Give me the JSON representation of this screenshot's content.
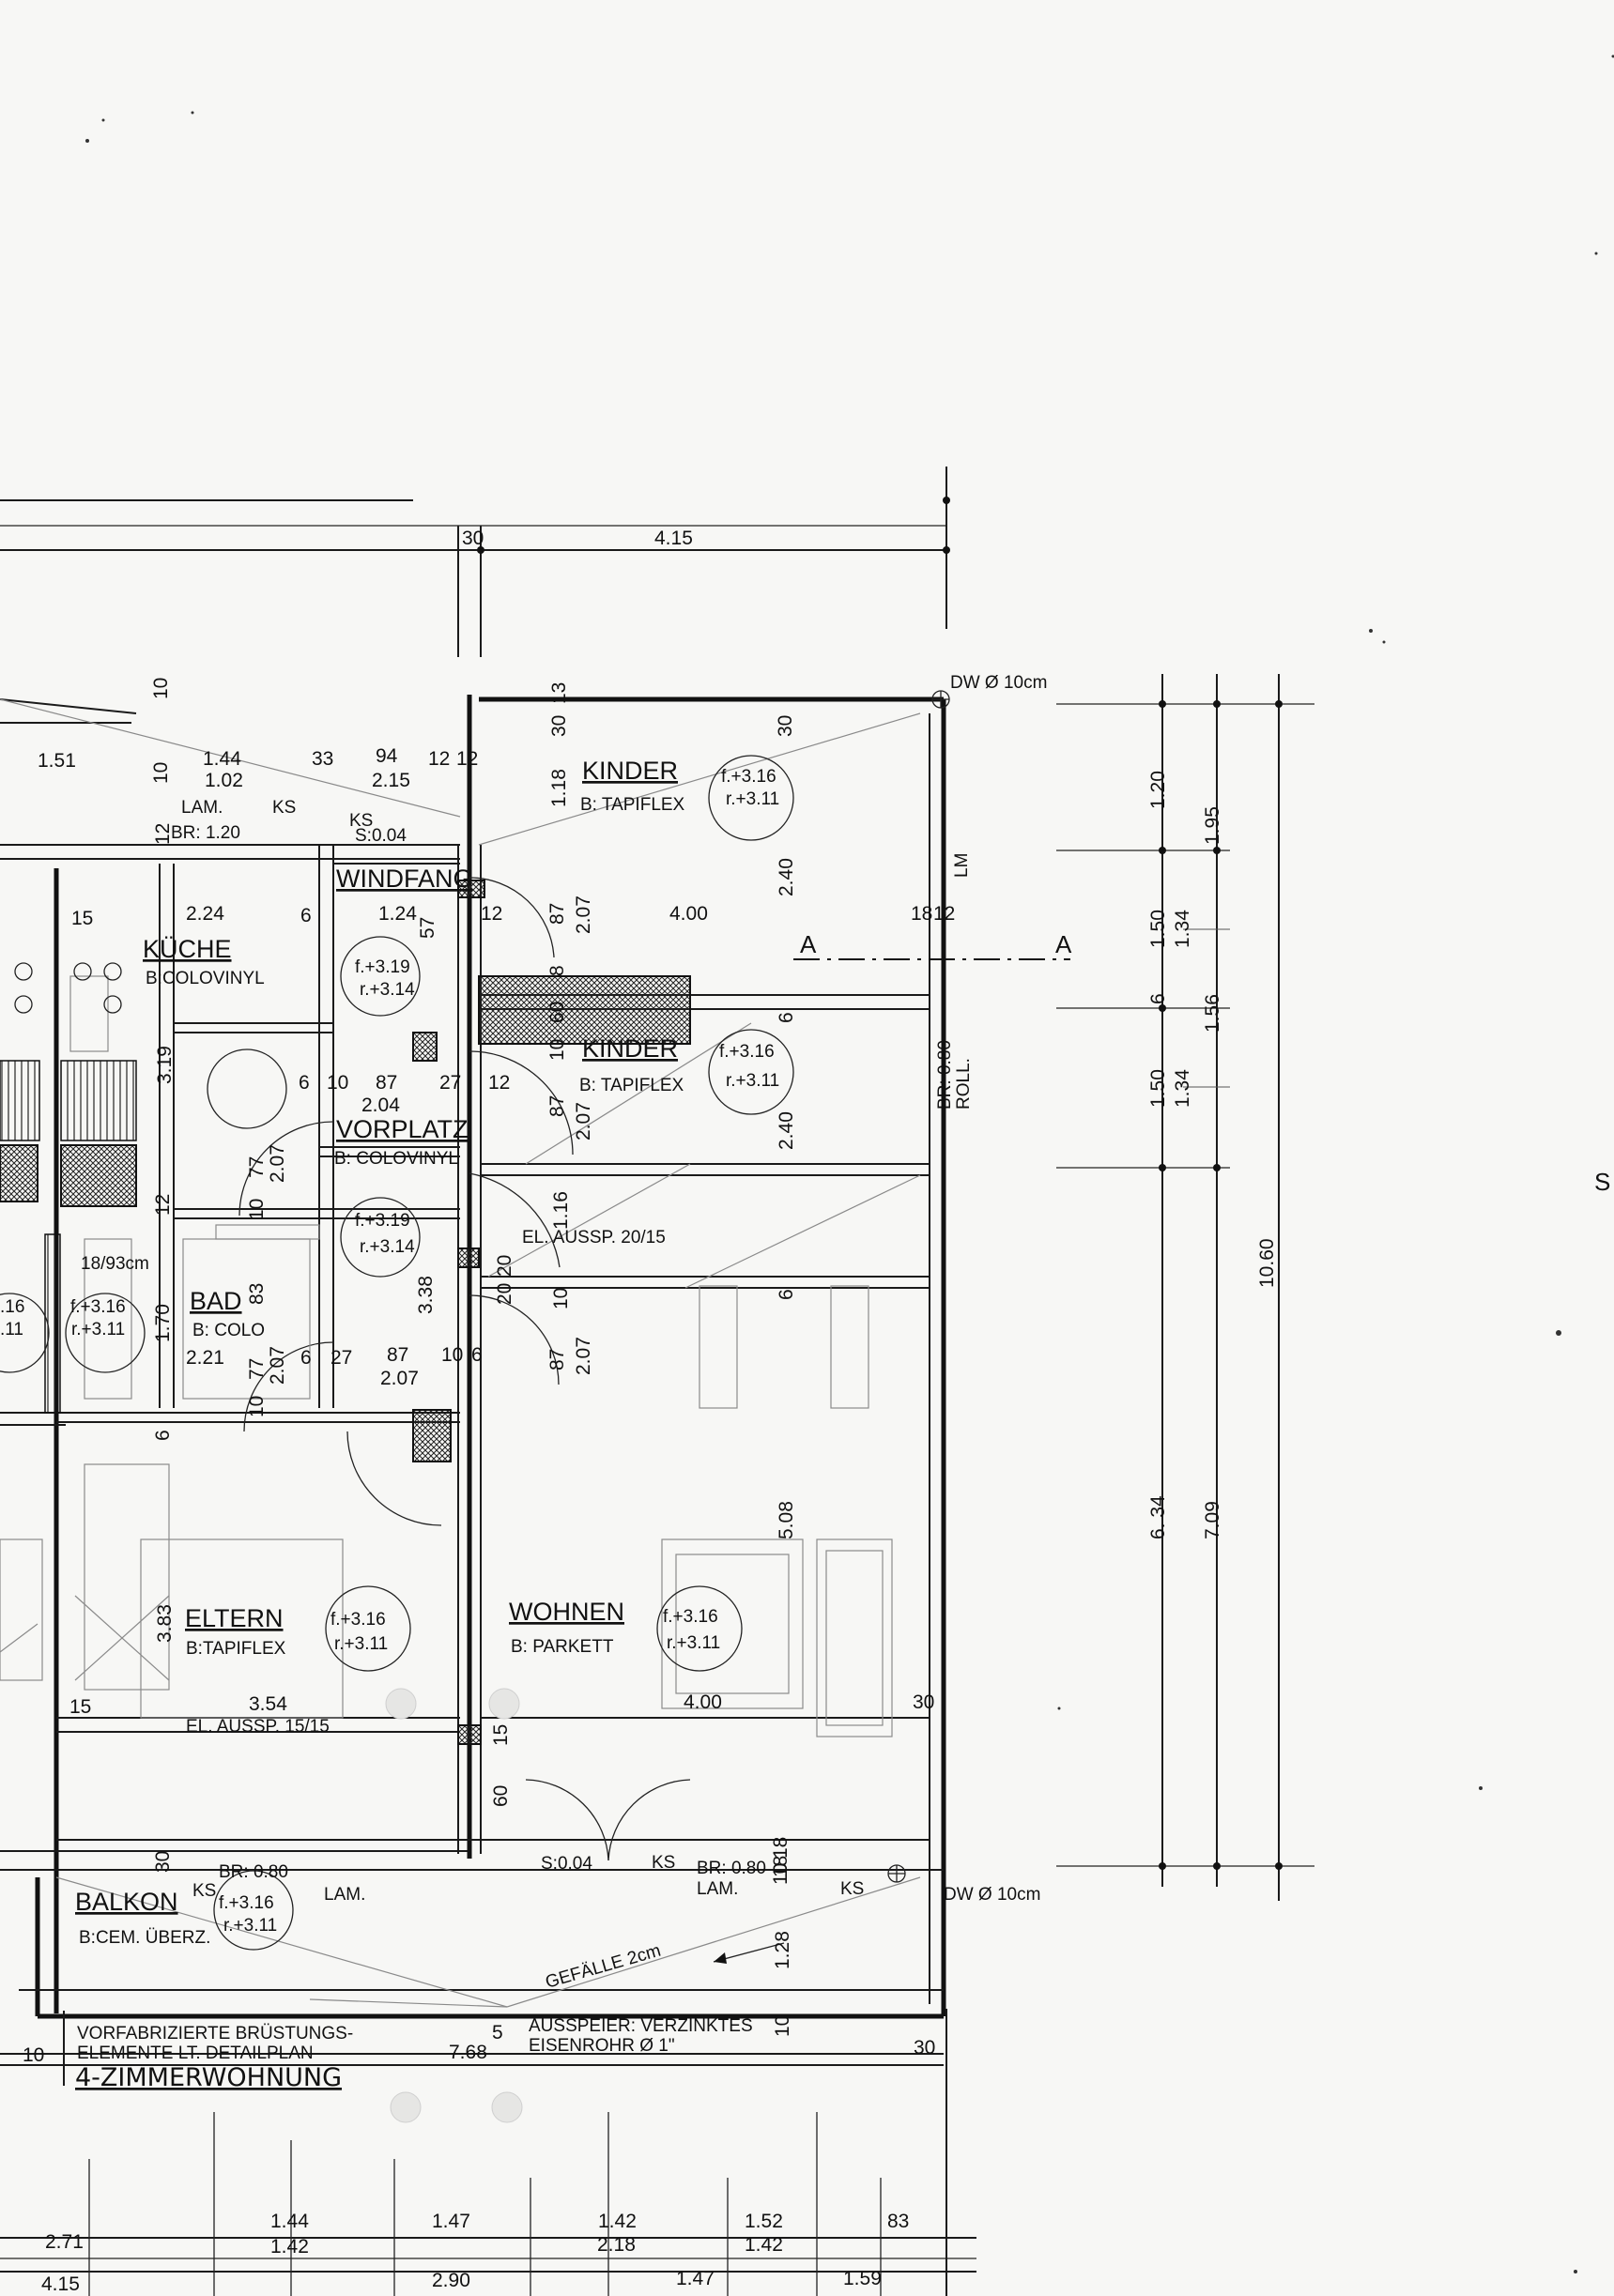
{
  "title": "4-ZIMMERWOHNUNG",
  "section": {
    "left": "A",
    "right": "A"
  },
  "rooms": {
    "kinder1": {
      "name": "KINDER",
      "floor": "B: TAPIFLEX",
      "f": "f.+3.16",
      "r": "r.+3.11"
    },
    "kinder2": {
      "name": "KINDER",
      "floor": "B: TAPIFLEX",
      "f": "f.+3.16",
      "r": "r.+3.11"
    },
    "kueche": {
      "name": "KÜCHE",
      "floor": "B:COLOVINYL",
      "f": "f.+3.19",
      "r": "r.+3.14"
    },
    "windfang": {
      "name": "WINDFANG"
    },
    "vorplatz": {
      "name": "VORPLATZ",
      "floor": "B: COLOVINYL",
      "f": "f.+3.19",
      "r": "r.+3.14"
    },
    "bad": {
      "name": "BAD",
      "floor": "B: COLO",
      "f": "f.+3.16",
      "r": "r.+3.11"
    },
    "eltern": {
      "name": "ELTERN",
      "floor": "B:TAPIFLEX",
      "f": "f.+3.16",
      "r": "r.+3.11"
    },
    "wohnen": {
      "name": "WOHNEN",
      "floor": "B: PARKETT",
      "f": "f.+3.16",
      "r": "r.+3.11"
    },
    "balkon": {
      "name": "BALKON",
      "floor": "B:CEM. ÜBERZ.",
      "f": "f.+3.16",
      "r": "r.+3.11"
    },
    "left_room": {
      "f": "f.+3.16",
      "r": "r.+3.11",
      "f2": ".16",
      "r2": ".11"
    }
  },
  "notes": {
    "dw_top": "DW Ø 10cm",
    "dw_bottom": "DW Ø 10cm",
    "el_ausspeier_top": "EL. AUSSP. 20/15",
    "el_ausspeier_left": "EL. AUSSP. 15/15",
    "gefaelle": "GEFÄLLE 2cm",
    "bruestung_1": "VORFABRIZIERTE BRÜSTUNGS-",
    "bruestung_2": "ELEMENTE LT. DETAILPLAN",
    "ausspeier_1": "AUSSPEIER: VERZINKTES",
    "ausspeier_2": "EISENROHR Ø 1\"",
    "br_roll_1": "BR: 0.80",
    "br_roll_2": "ROLL.",
    "lm": "LM",
    "ks1": "KS",
    "ks2": "KS",
    "ks3": "KS",
    "ks4": "KS",
    "ks5": "KS",
    "s004_top": "S:0.04",
    "s004_bottom": "S:0.04",
    "lam1": "LAM.",
    "lam2": "LAM.",
    "lam3": "LAM.",
    "br120": "BR: 1.20",
    "br080a": "BR: 0.80",
    "br080b": "BR: 0.80",
    "cm": "18/93cm"
  },
  "dims_top": {
    "d30": "30",
    "d415": "4.15",
    "d151": "1.51",
    "d144": "1.44",
    "d102": "1.02",
    "d33": "33",
    "d94": "94",
    "d215": "2.15",
    "d12a": "12",
    "d12b": "12",
    "d10": "10",
    "d10b": "10",
    "d12c": "12",
    "d30b": "30",
    "d13": "13",
    "d118": "1.18",
    "d30c": "30"
  },
  "dims_mid": {
    "d224": "2.24",
    "d6a": "6",
    "d124": "1.24",
    "d57": "57",
    "d12": "12",
    "d87a": "87",
    "d207a": "2.07",
    "d240a": "2.40",
    "d400a": "4.00",
    "d18": "18",
    "d12r": "12",
    "d15": "15",
    "d319": "3.19",
    "d6b": "6",
    "d10c": "10",
    "d87b": "87",
    "d204": "2.04",
    "d27": "27",
    "d12d": "12",
    "d8": "8",
    "d60": "60",
    "d10d": "10",
    "d87c": "87",
    "d207b": "2.07",
    "d240b": "2.40",
    "d6c": "6",
    "d77a": "77",
    "d207c": "2.07",
    "d12e": "12",
    "d10e": "10",
    "d116": "1.16",
    "d20": "20",
    "d20b": "20",
    "d10f": "10",
    "d6d": "6",
    "d338": "3.38",
    "d83": "83",
    "d170": "1.70",
    "d221": "2.21",
    "d77b": "77",
    "d207d": "2.07",
    "d6e": "6",
    "d27b": "27",
    "d87d": "87",
    "d207e": "2.07",
    "d10g": "10",
    "d6f": "6",
    "d87e": "87",
    "d207f": "2.07",
    "d6g": "6",
    "d10h": "10",
    "d508": "5.08",
    "d383": "3.83",
    "d354": "3.54",
    "d15b": "15",
    "d15c": "15",
    "d400b": "4.00",
    "d30d": "30",
    "d60b": "60",
    "d30e": "30",
    "d18b": "18",
    "d18c": "18",
    "d10i": "10",
    "d128": "1.28",
    "d10j": "10",
    "d768": "7.68",
    "d5": "5",
    "d10k": "10",
    "d30f": "30",
    "d12f": "12",
    "d18d": "18"
  },
  "dims_right": {
    "d120": "1.20",
    "d195": "1.95",
    "d150a": "1.50",
    "d134a": "1.34",
    "d6": "6",
    "d156": "1.56",
    "d150b": "1.50",
    "d134b": "1.34",
    "d1060": "10.60",
    "d634": "6. 34",
    "d709": "7.09"
  },
  "dims_bottom": {
    "d271": "2.71",
    "d144": "1.44",
    "d142a": "1.42",
    "d147a": "1.47",
    "d142b": "1.42",
    "d218": "2.18",
    "d152": "1.52",
    "d142c": "1.42",
    "d83": "83",
    "d415": "4.15",
    "d290": "2.90",
    "d147b": "1.47",
    "d159": "1.59"
  },
  "edge_text": "S"
}
